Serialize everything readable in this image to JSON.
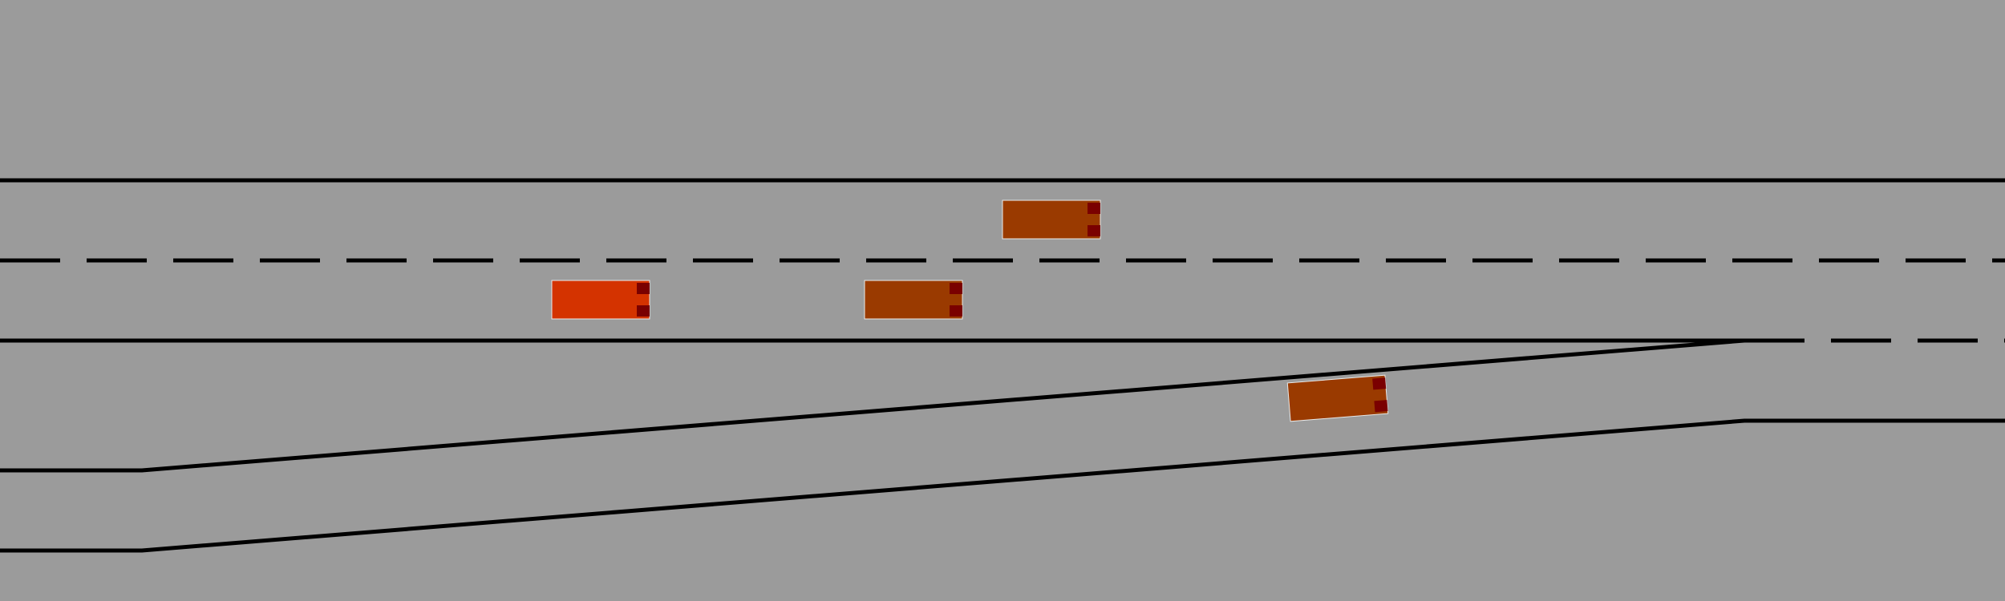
{
  "scene": {
    "background_color": "#9b9b9b",
    "line_color": "#000000",
    "light_color": "#7a0000"
  },
  "vehicles": [
    {
      "role": "ego",
      "color": "#d43300"
    },
    {
      "role": "other",
      "color": "#9a3a00"
    },
    {
      "role": "other",
      "color": "#9a3a00"
    },
    {
      "role": "other",
      "color": "#9a3a00"
    }
  ]
}
